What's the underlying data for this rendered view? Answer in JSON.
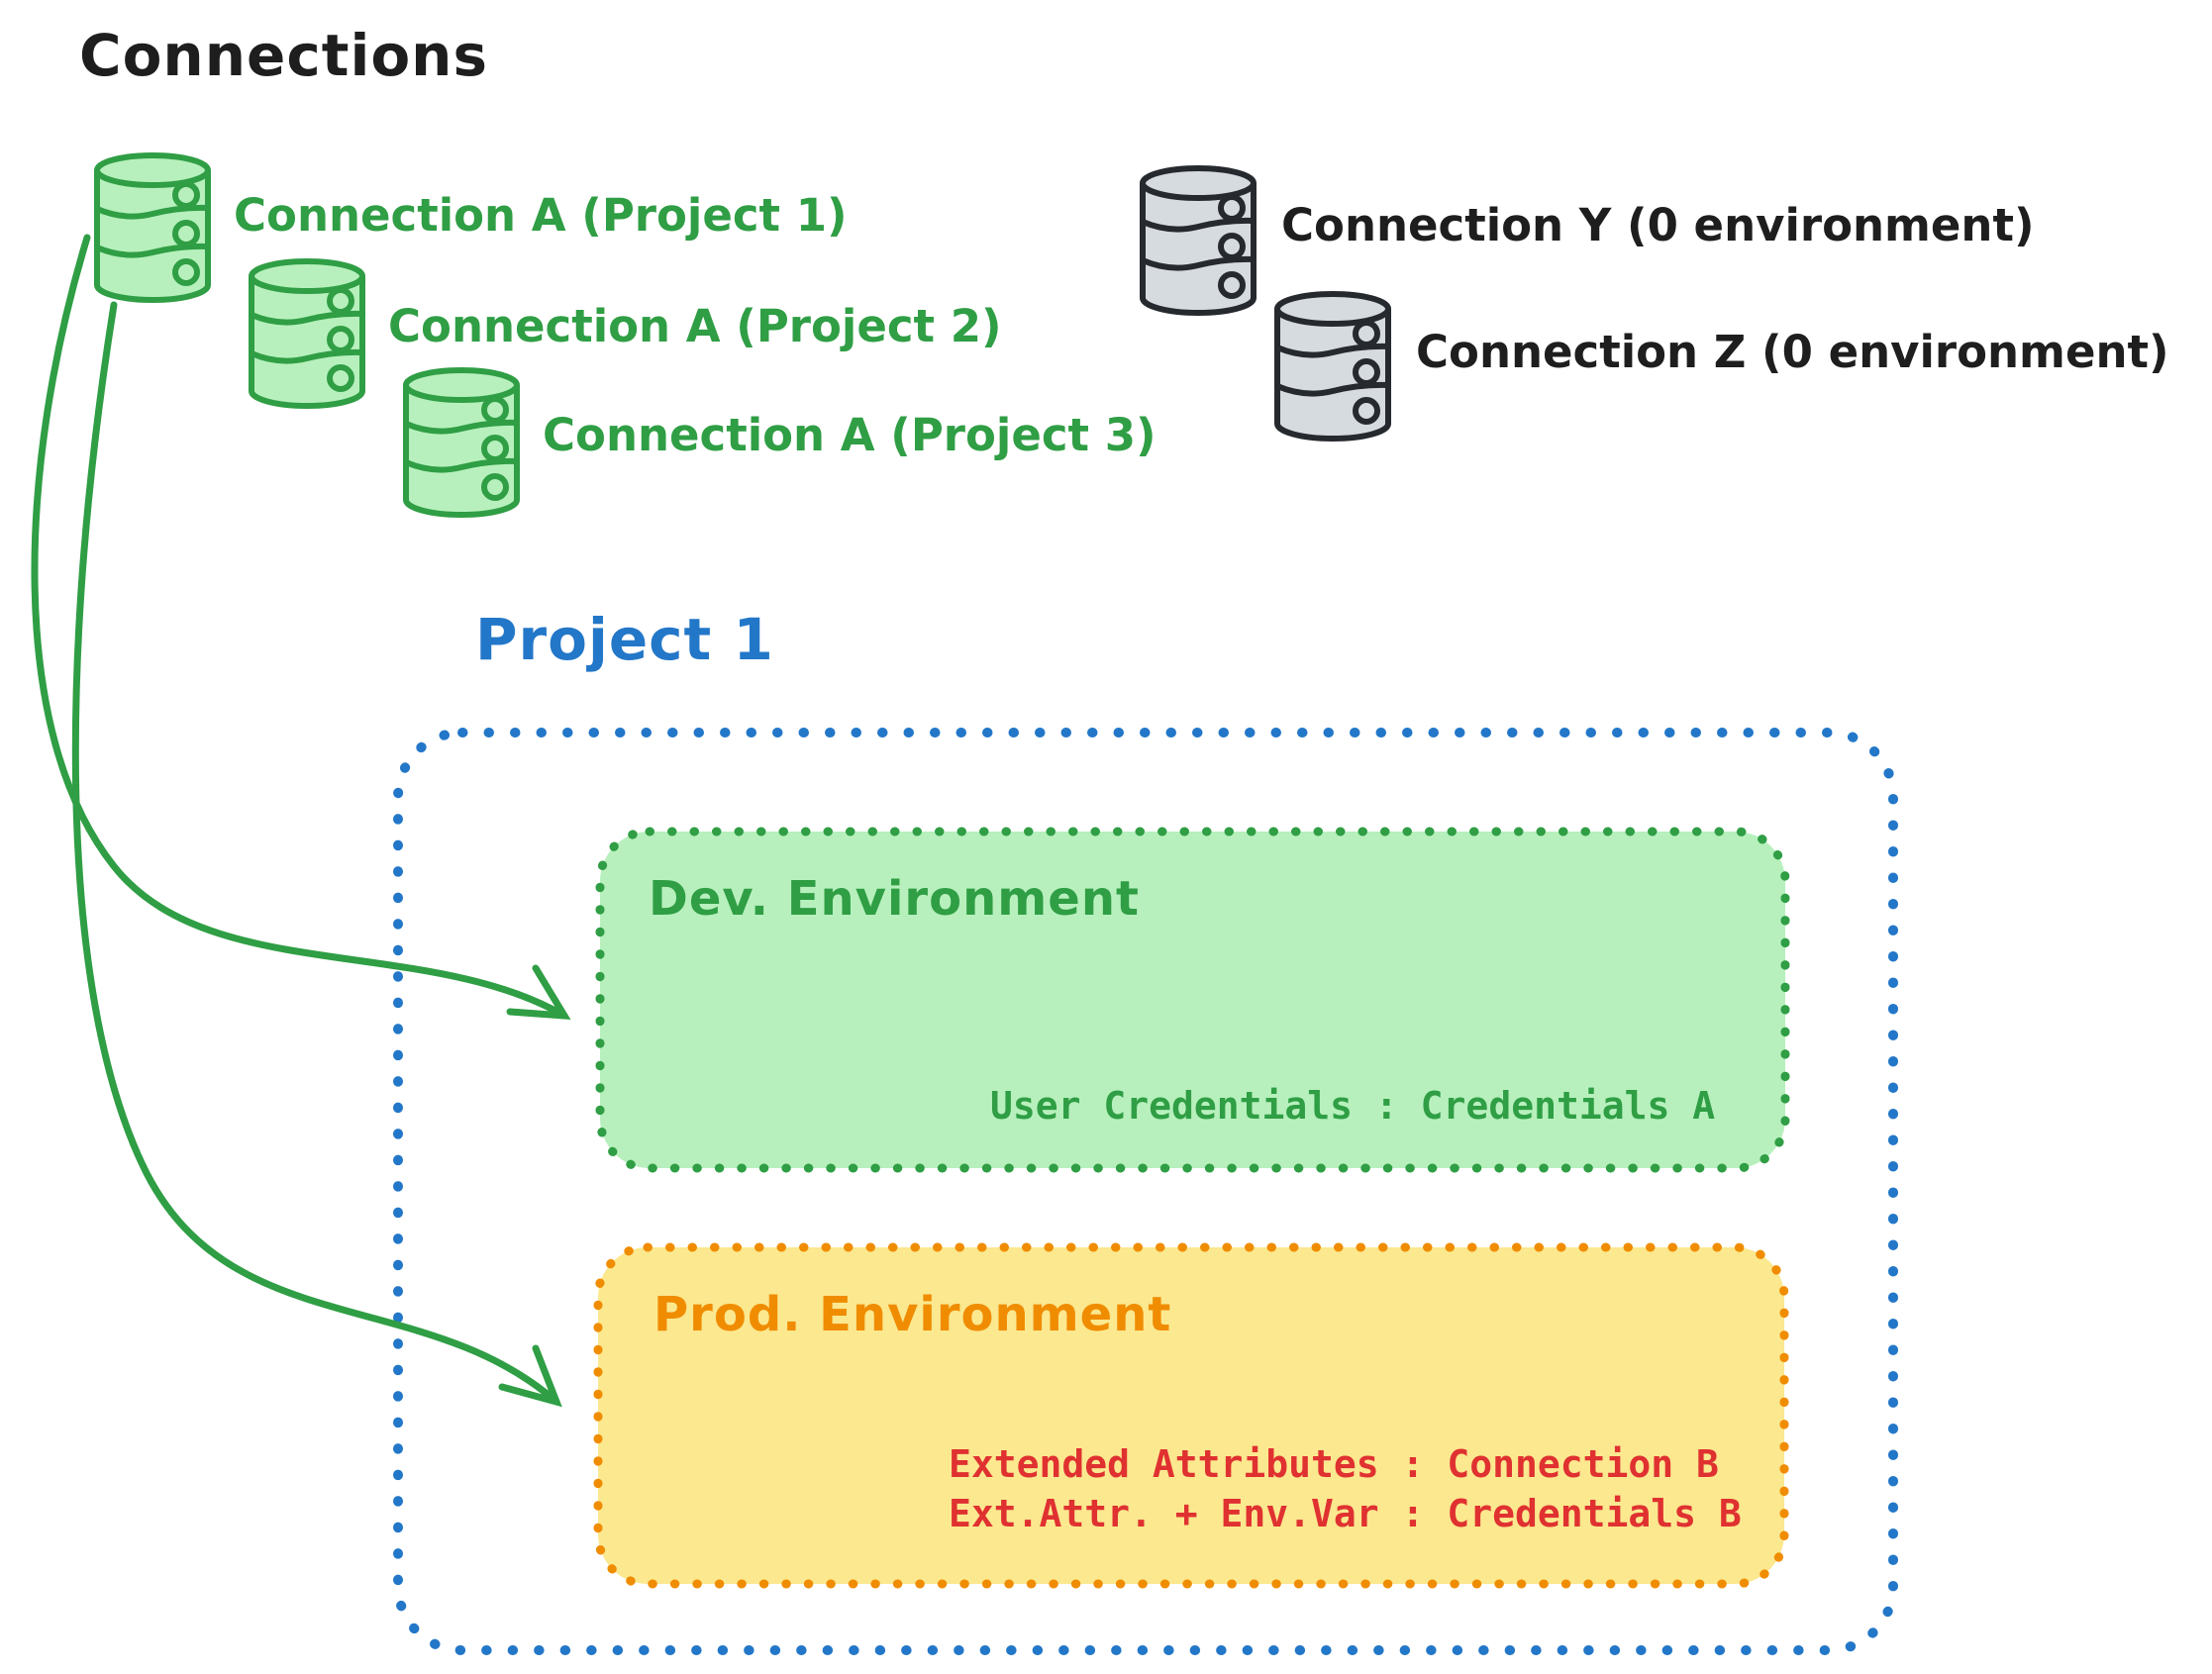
{
  "title": "Connections",
  "colors": {
    "ink": "#1e1e1e",
    "green": "#2f9e44",
    "green-fill": "#b7f0bd",
    "gray-stroke": "#26292e",
    "gray-fill": "#d6dbdf",
    "blue": "#2377c8",
    "orange": "#f08c00",
    "orange-fill": "#fbe88f",
    "red": "#e03131"
  },
  "connections": {
    "project_scoped": [
      {
        "label": "Connection A (Project 1)"
      },
      {
        "label": "Connection A (Project 2)"
      },
      {
        "label": "Connection A (Project 3)"
      }
    ],
    "unscoped": [
      {
        "label": "Connection Y (0 environment)"
      },
      {
        "label": "Connection Z (0 environment)"
      }
    ]
  },
  "project": {
    "title": "Project 1",
    "environments": {
      "dev": {
        "title": "Dev. Environment",
        "credentials_line": "User Credentials : Credentials A"
      },
      "prod": {
        "title": "Prod. Environment",
        "line1": "Extended Attributes : Connection B",
        "line2": "Ext.Attr. + Env.Var : Credentials B"
      }
    }
  }
}
